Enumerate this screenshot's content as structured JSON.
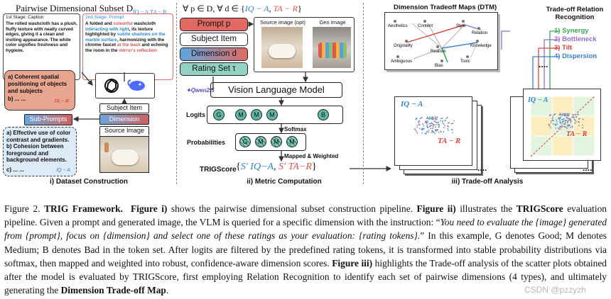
{
  "panel_i": {
    "title": "Pairwise Dimensional Subset D",
    "title_sub": "IQ − A,TA − R",
    "stage1_title": "1st Stage: Caption",
    "stage1_text": "The rolled washcloth has a plush, fluffy texture with neatly curved edges, giving it a clean and inviting appearance. The white color signifies freshness and hygiene.",
    "stage2_title": "2nd Stage: Prompt",
    "stage2_text_a": "A folded and ",
    "stage2_word_colourful": "colourful",
    "stage2_text_b": " washcloth ",
    "stage2_light": "interacting with light",
    "stage2_text_c": ", its texture highlighted by ",
    "stage2_shadows": "subtle shadows on the marble surface",
    "stage2_text_d": ", harmonizing with the chrome faucet ",
    "stage2_back": "at the back",
    "stage2_text_e": " and echoing the room in the ",
    "stage2_mirror": "mirror's reflection",
    "red_box_a": "a) Coherent spatial positioning of objects and subjects",
    "red_box_b": "b) ... ...",
    "red_box_tag": "TA − R",
    "blue_box_a": "a) Effective use of color contrast and gradients.",
    "blue_box_b": "b) Cohesion between foreground and background elements.",
    "blue_box_c": "c) ... ...",
    "blue_box_tag": "IQ − A",
    "sub_prompts": "Sub-Prompts",
    "dimension": "Dimension",
    "subject_item": "Subject Item",
    "source_image": "Source Image",
    "caption": "i) Dataset Construction"
  },
  "panel_ii": {
    "formula_a": "∀ p ∈ D, ∀ d ∈ {",
    "formula_iq": "IQ − A",
    "formula_comma": ", ",
    "formula_ta": "TA − R",
    "formula_end": "}",
    "prompt": "Prompt p",
    "subject_item": "Subject Item",
    "dimension": "Dimension d",
    "rating_set": "Rating Set τ",
    "source_image_opt": "Source image (opt)",
    "gen_image": "Gen Image",
    "qwen": "Qwen2.5",
    "vlm": "Vision Language Model",
    "logits": "Logits",
    "tokens": [
      "G",
      "M",
      "M",
      "M",
      "B"
    ],
    "softmax": "Softmax",
    "probabilities": "Probabilities",
    "mapped": "Mapped & Weighted",
    "trigscore": "TRIGScore",
    "score_iq": "S′ IQ−A",
    "score_ta": "S′ TA−R",
    "caption": "ii) Metric Computation"
  },
  "panel_iii": {
    "dtm_title": "Dimension Tradeoff Maps (DTM)",
    "dtm_nodes": [
      "Aesthetics",
      "Content",
      "Style",
      "Relation",
      "Originality",
      "Knowledge",
      "Realism",
      "Ambiguous",
      "Bias",
      "Toxic"
    ],
    "rel_title": "Trade-off Relation Recognition",
    "relations": [
      "1) Synergy",
      "2) Bottleneck",
      "3) Tilt",
      "4) Dispersion"
    ],
    "relation_colors": [
      "#3aa855",
      "#8f6fd1",
      "#e0403a",
      "#3a7fd6"
    ],
    "plot_iq": "IQ − A",
    "plot_ta": "TA − R",
    "dots": "....",
    "caption": "iii) Trade-off Analysis"
  },
  "figure_caption": {
    "label": "Figure 2.",
    "bold_title": "TRIG Framework.",
    "fig_i": "Figure i)",
    "t1": " shows the pairwise dimensional subset construction pipeline. ",
    "fig_ii": "Figure ii)",
    "t2": " illustrates the ",
    "trigscore": "TRIGScore",
    "t3": " evaluation pipeline. Given a prompt and generated image, the VLM is queried for a specific dimension with the instruction: “",
    "instruction": "You need to evaluate the {image} generated from {prompt}, focus on {dimension} and select one of these ratings as your evaluation: {rating tokens}.",
    "t4": "” In this example, G denotes Good; M denotes Medium; B denotes Bad in the token set. After logits are filtered by the predefined rating tokens, it is transformed into stable probability distributions via softmax, then mapped and weighted into robust, confidence-aware dimension scores. ",
    "fig_iii": "Figure iii)",
    "t5": " highlights the Trade-off analysis of the scatter plots obtained after the model is evaluated by TRIGScore, first employing Relation Recognition to identify each set of pairwise dimensions (4 types), and ultimately generating the ",
    "dtm": "Dimension Trade-off Map",
    "t6": "."
  },
  "watermark": "CSDN @pzzyzh"
}
